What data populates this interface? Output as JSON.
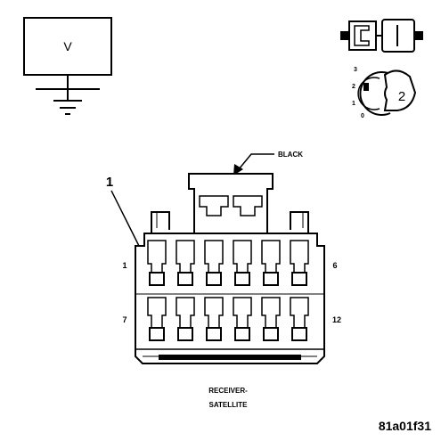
{
  "voltmeter": {
    "symbol": "V"
  },
  "key_switch": {
    "positions": [
      "3",
      "2",
      "1",
      "0"
    ],
    "selected": "2"
  },
  "connector": {
    "color_label": "BLACK",
    "callout": "1",
    "pin_labels": {
      "top_left": "1",
      "top_right": "6",
      "bottom_left": "7",
      "bottom_right": "12"
    },
    "name_line1": "RECEIVER-",
    "name_line2": "SATELLITE"
  },
  "figure_code": "81a01f31"
}
